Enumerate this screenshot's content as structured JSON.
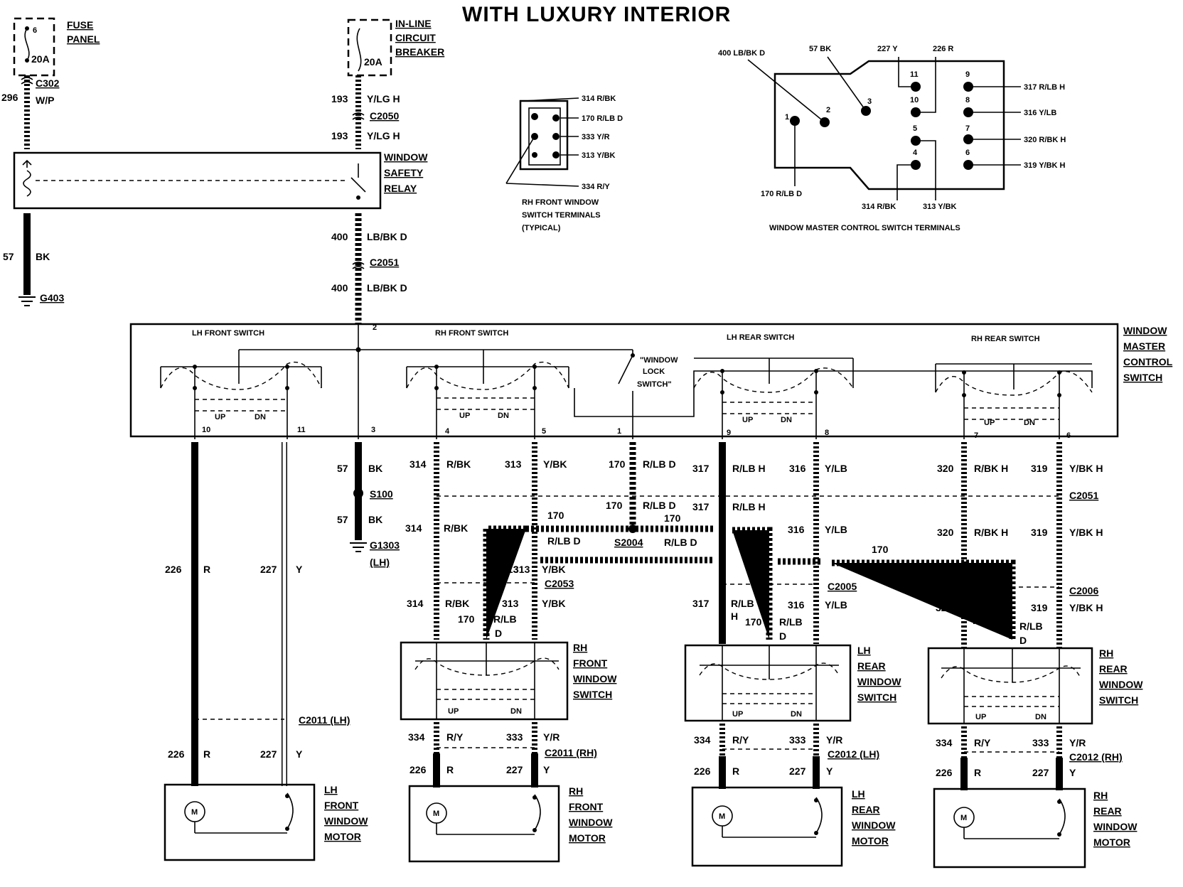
{
  "title": "WITH LUXURY INTERIOR",
  "fuse_panel": {
    "label_line1": "FUSE",
    "label_line2": "PANEL",
    "pin": "6",
    "rating": "20A",
    "connector": "C302",
    "circuit": "296",
    "color": "W/P"
  },
  "breaker": {
    "label_line1": "IN-LINE",
    "label_line2": "CIRCUIT",
    "label_line3": "BREAKER",
    "rating": "20A",
    "circuit": "193",
    "color": "Y/LG H",
    "connector": "C2050"
  },
  "relay": {
    "label_line1": "WINDOW",
    "label_line2": "SAFETY",
    "label_line3": "RELAY"
  },
  "ground_left": {
    "circuit": "57",
    "color": "BK",
    "ground": "G403"
  },
  "feed_400": {
    "circuit": "400",
    "color": "LB/BK D",
    "connector": "C2051"
  },
  "master": {
    "label_line1": "WINDOW",
    "label_line2": "MASTER",
    "label_line3": "CONTROL",
    "label_line4": "SWITCH",
    "lh_front": "LH FRONT SWITCH",
    "rh_front": "RH FRONT SWITCH",
    "lh_rear": "LH REAR SWITCH",
    "rh_rear": "RH REAR SWITCH",
    "lock_line1": "\"WINDOW",
    "lock_line2": "LOCK",
    "lock_line3": "SWITCH\"",
    "up": "UP",
    "dn": "DN",
    "pin_2": "2",
    "pin_10": "10",
    "pin_11": "11",
    "pin_3": "3",
    "pin_4": "4",
    "pin_5": "5",
    "pin_1": "1",
    "pin_9": "9",
    "pin_8": "8",
    "pin_7": "7",
    "pin_6": "6"
  },
  "ground_mid": {
    "circuit": "57",
    "color": "BK",
    "splice": "S100",
    "ground": "G1303",
    "ground_note": "(LH)"
  },
  "circuits": {
    "c226": "226",
    "c227": "227",
    "r": "R",
    "y": "Y",
    "c314": "314",
    "rbk": "R/BK",
    "c313": "313",
    "ybk": "Y/BK",
    "c170": "170",
    "rlbd": "R/LB D",
    "rlbd2": "R'LB D",
    "c317": "317",
    "rlbh": "R/LB H",
    "c316": "316",
    "ylb": "Y/LB",
    "c320": "320",
    "rbkh": "R/BK H",
    "c319": "319",
    "ybkh": "Y/BK H",
    "c334": "334",
    "ry": "R/Y",
    "c333": "333",
    "yr": "Y/R",
    "rlb_a": "R/LB",
    "d": "D",
    "h": "H",
    "rbk_a": "R/BK"
  },
  "connectors": {
    "c2051": "C2051",
    "s2004": "S2004",
    "c2053": "C2053",
    "c2005": "C2005",
    "c2006": "C2006",
    "c2011lh": "C2011 (LH)",
    "c2011rh": "C2011 (RH)",
    "c2012lh": "C2012 (LH)",
    "c2012rh": "C2012 (RH)"
  },
  "sub_switches": {
    "rh_front": [
      "RH",
      "FRONT",
      "WINDOW",
      "SWITCH"
    ],
    "lh_rear": [
      "LH",
      "REAR",
      "WINDOW",
      "SWITCH"
    ],
    "rh_rear": [
      "RH",
      "REAR",
      "WINDOW",
      "SWITCH"
    ]
  },
  "motors": {
    "lh_front": [
      "LH",
      "FRONT",
      "WINDOW",
      "MOTOR"
    ],
    "rh_front": [
      "RH",
      "FRONT",
      "WINDOW",
      "MOTOR"
    ],
    "lh_rear": [
      "LH",
      "REAR",
      "WINDOW",
      "MOTOR"
    ],
    "rh_rear": [
      "RH",
      "REAR",
      "WINDOW",
      "MOTOR"
    ],
    "m": "M"
  },
  "rh_terminals": {
    "wires": [
      "314 R/BK",
      "170 R/LB D",
      "333 Y/R",
      "313 Y/BK",
      "334 R/Y"
    ],
    "caption_line1": "RH FRONT WINDOW",
    "caption_line2": "SWITCH TERMINALS",
    "caption_line3": "(TYPICAL)"
  },
  "master_terminals": {
    "top": [
      "400 LB/BK D",
      "57 BK",
      "227 Y",
      "226 R"
    ],
    "right": [
      "317 R/LB H",
      "316 Y/LB",
      "320 R/BK H",
      "319 Y/BK H"
    ],
    "bottom": [
      "170 R/LB D",
      "314 R/BK",
      "313 Y/BK"
    ],
    "pins": [
      "1",
      "2",
      "3",
      "11",
      "10",
      "5",
      "4",
      "9",
      "8",
      "7",
      "6"
    ],
    "caption": "WINDOW MASTER CONTROL SWITCH TERMINALS"
  }
}
